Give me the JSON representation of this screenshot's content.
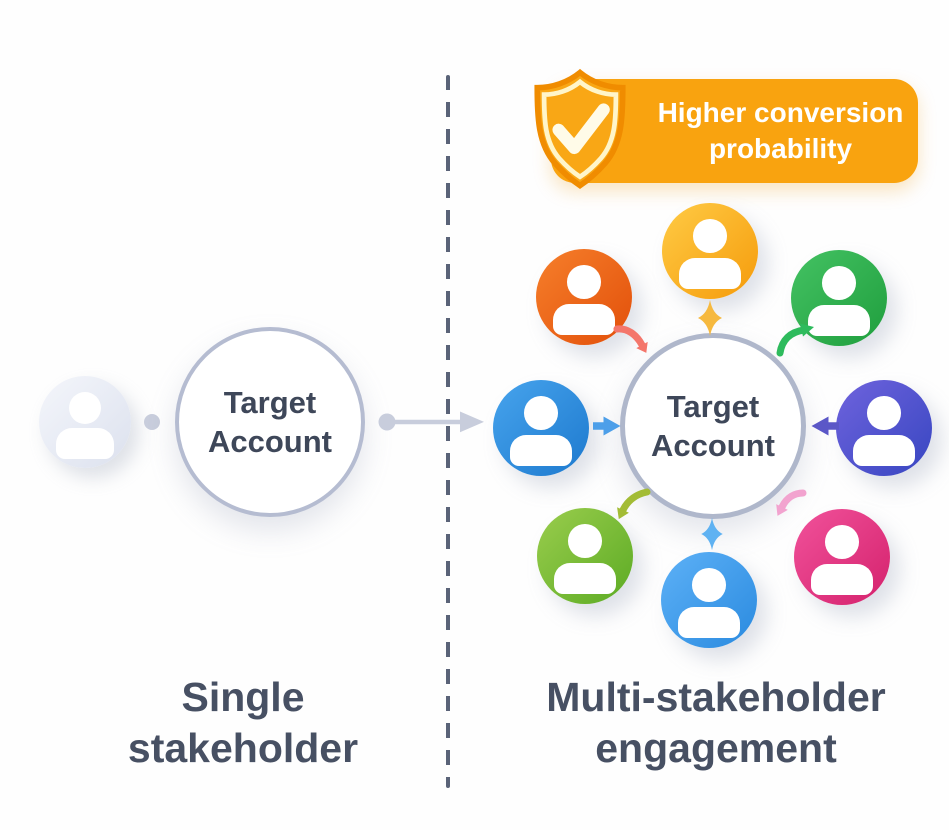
{
  "colors": {
    "background": "#FEFEFE",
    "divider": "#5A6378",
    "caption_text": "#475063",
    "target_text": "#3E4759",
    "target_border_left": "#B5BCD1",
    "target_border_right": "#AFB7CB",
    "connector": "#C8CDDC",
    "badge_bg": "#F9A30F",
    "badge_text": "#FFFFFF",
    "shield_fill": "#F9A715",
    "shield_outline": "#F08C00",
    "shield_inner": "#FFF5C9",
    "shield_check": "#FFFBE8",
    "single_avatar_start": "#F4F6FB",
    "single_avatar_end": "#DCE1EE"
  },
  "badge": {
    "icon": "shield-check-icon",
    "line1": "Higher conversion",
    "line2": "probability"
  },
  "left_panel": {
    "target_circle": {
      "line1": "Target",
      "line2": "Account"
    },
    "caption": {
      "line1": "Single",
      "line2": "stakeholder"
    }
  },
  "right_panel": {
    "target_circle": {
      "line1": "Target",
      "line2": "Account"
    },
    "caption": {
      "line1": "Multi-stakeholder",
      "line2": "engagement"
    },
    "avatars": [
      {
        "position": "top",
        "color_start": "#FFCB45",
        "color_end": "#F59B0B"
      },
      {
        "position": "top-right",
        "color_start": "#44C263",
        "color_end": "#1F9E3D"
      },
      {
        "position": "right",
        "color_start": "#6F63DD",
        "color_end": "#3746C1"
      },
      {
        "position": "bottom-right",
        "color_start": "#F1529B",
        "color_end": "#D4216C"
      },
      {
        "position": "bottom",
        "color_start": "#5DB1F7",
        "color_end": "#2A8ADF"
      },
      {
        "position": "bottom-left",
        "color_start": "#9ACD4D",
        "color_end": "#5CAB24"
      },
      {
        "position": "left",
        "color_start": "#47A4ED",
        "color_end": "#1D79CE"
      },
      {
        "position": "top-left",
        "color_start": "#F67F2B",
        "color_end": "#E24F0A"
      }
    ],
    "arrows": [
      {
        "position": "top",
        "style": "sparkle",
        "color": "#F6B93F"
      },
      {
        "position": "top-right",
        "style": "curved",
        "color": "#2EBB5D"
      },
      {
        "position": "right",
        "style": "straight",
        "color": "#5B57C7"
      },
      {
        "position": "bottom-right",
        "style": "curved",
        "color": "#F2A3CF"
      },
      {
        "position": "bottom",
        "style": "sparkle",
        "color": "#5FB2F2"
      },
      {
        "position": "bottom-left",
        "style": "curved",
        "color": "#A3BC35"
      },
      {
        "position": "left",
        "style": "straight",
        "color": "#4D9FE9"
      },
      {
        "position": "top-left",
        "style": "curved",
        "color": "#F4766B"
      }
    ]
  }
}
